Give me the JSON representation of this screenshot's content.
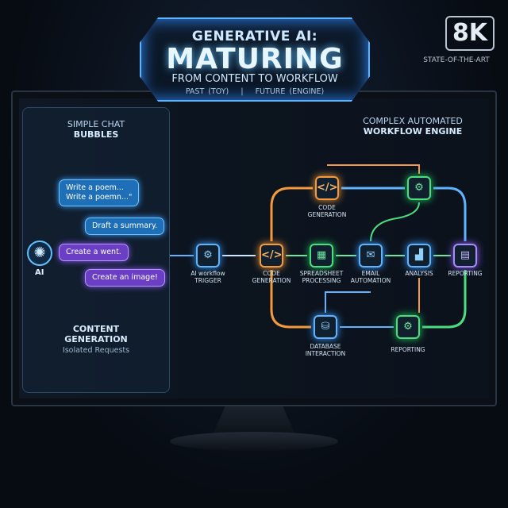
{
  "header": {
    "title_top": "GENERATIVE AI:",
    "title_main": "MATURING",
    "subtitle": "FROM CONTENT TO WORKFLOW",
    "past_label": "PAST (TOY)",
    "divider": "|",
    "future_label": "FUTURE (ENGINE)"
  },
  "badge": {
    "text": "8K",
    "caption": "STATE-OF-THE-ART"
  },
  "left": {
    "heading_line1": "SIMPLE CHAT",
    "heading_line2": "BUBBLES",
    "ai_label": "AI",
    "ai_icon": "openai-swirl-icon",
    "bubbles": [
      "Write a poem...\nWrite a poemn...\"",
      "Draft a summary.",
      "Create a went.",
      "Create an image!"
    ],
    "footer_line1": "CONTENT",
    "footer_line2": "GENERATION",
    "footer_caption": "Isolated Requests"
  },
  "right": {
    "heading_line1": "COMPLEX AUTOMATED",
    "heading_line2": "WORKFLOW ENGINE",
    "nodes": [
      {
        "label": "AI workflow\nTRIGGER",
        "icon": "gear-icon",
        "color": "#5fb4ff"
      },
      {
        "label": "CODE\nGENERATION",
        "icon": "code-icon",
        "color": "#f59a3c"
      },
      {
        "label": "SPREADSHEET\nPROCESSING",
        "icon": "spreadsheet-icon",
        "color": "#4ade80"
      },
      {
        "label": "EMAIL\nAUTOMATION",
        "icon": "email-icon",
        "color": "#5fb4ff"
      },
      {
        "label": "ANALYSIS",
        "icon": "chart-icon",
        "color": "#5fb4ff"
      },
      {
        "label": "REPORTING",
        "icon": "document-icon",
        "color": "#a78bfa"
      },
      {
        "label": "CODE\nGENERATION",
        "icon": "code-icon",
        "color": "#f59a3c"
      },
      {
        "label": "",
        "icon": "gears-icon",
        "color": "#4ade80"
      },
      {
        "label": "DATABASE\nINTERACTION",
        "icon": "database-search-icon",
        "color": "#5fb4ff"
      },
      {
        "label": "REPORTING",
        "icon": "gear-chart-icon",
        "color": "#4ade80"
      }
    ]
  }
}
